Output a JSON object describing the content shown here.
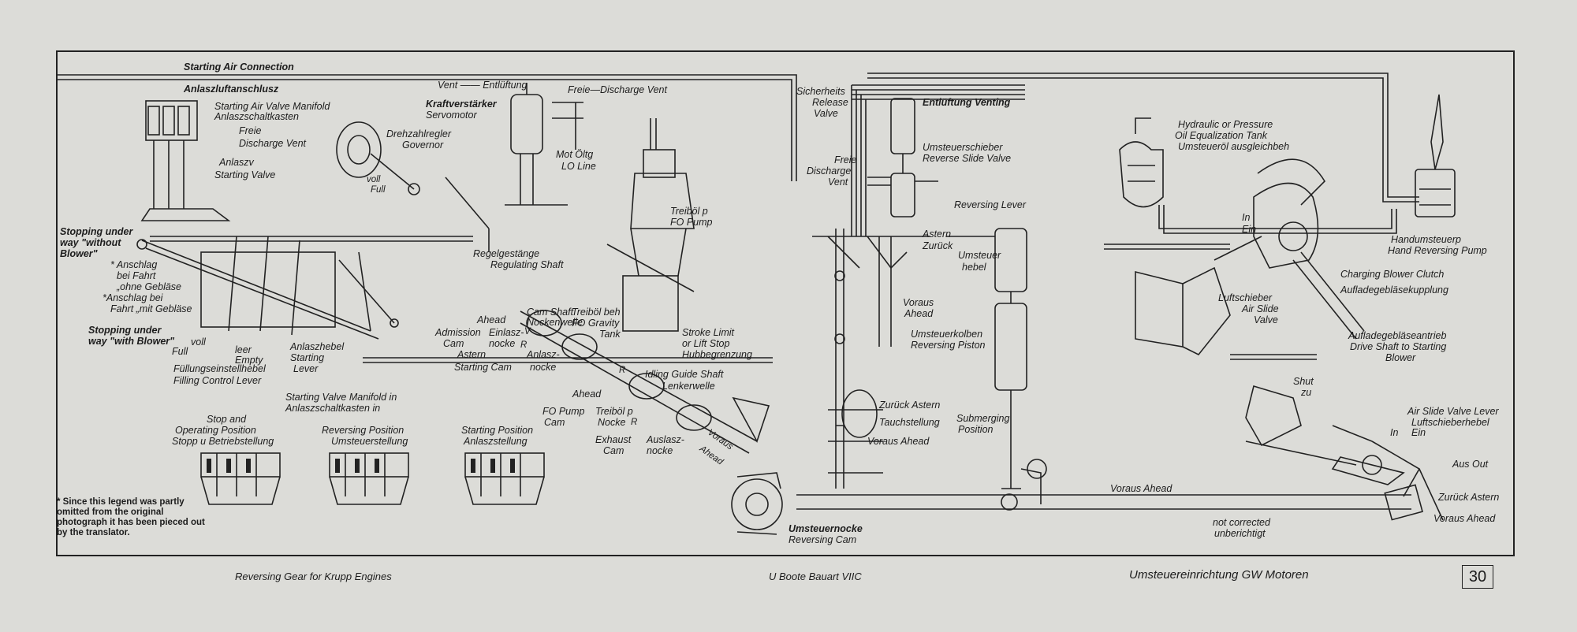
{
  "labels": {
    "starting_air_connection": "Starting Air Connection",
    "anlaszluftanschlusz": "Anlaszluftanschlusz",
    "starting_air_valve_manifold": "Starting Air Valve Manifold",
    "anlaszschaltkasten": "Anlaszschaltkasten",
    "freie_1": "Freie",
    "discharge_vent_1": "Discharge Vent",
    "anlaszv": "Anlaszv",
    "starting_valve": "Starting Valve",
    "vent_entluftung": "Vent —— Entlüftung",
    "kraftverstarker": "Kraftverstärker",
    "servomotor": "Servomotor",
    "freie_discharge_vent": "Freie—Discharge Vent",
    "drehzahlregler": "Drehzahlregler",
    "governor": "Governor",
    "voll": "voll",
    "full_1": "Full",
    "mot_olltg": "Mot Öltg",
    "lo_line": "LO Line",
    "treibolp": "Treiböl p",
    "fo_pump": "FO Pump",
    "stopping_without_1": "Stopping under",
    "stopping_without_2": "way \"without",
    "stopping_without_3": "Blower\"",
    "anschlag_ohne_1": "* Anschlag",
    "anschlag_ohne_2": "bei Fahrt",
    "anschlag_ohne_3": "„ohne Gebläse",
    "anschlag_mit_1": "*Anschlag bei",
    "anschlag_mit_2": "Fahrt „mit Gebläse",
    "regelgestange": "Regelgestänge",
    "regulating_shaft": "Regulating Shaft",
    "cam_shaft": "Cam Shaft",
    "nockenwelle": "Nockenwelle",
    "ahead_1": "Ahead",
    "admission_cam": "Admission",
    "admission_cam_2": "Cam",
    "einlasz_nocke": "Einlasz-",
    "einlasz_nocke_2": "nocke",
    "astern_1": "Astern",
    "anlasz_nocke": "Anlasz-",
    "anlasz_nocke_2": "nocke",
    "starting_cam": "Starting Cam",
    "treibolbeh": "Treiböl beh",
    "fo_gravity": "FO Gravity",
    "tank": "Tank",
    "stroke_limit": "Stroke Limit",
    "lift_stop": "or Lift Stop",
    "hubbegrenzung": "Hubbegrenzung",
    "stopping_with_1": "Stopping under",
    "stopping_with_2": "way \"with Blower\"",
    "voll_2": "voll",
    "full_2": "Full",
    "leer": "leer",
    "empty": "Empty",
    "anlaszhebel": "Anlaszhebel",
    "starting_lever": "Starting",
    "starting_lever_2": "Lever",
    "fullungseinstellhebel": "Füllungseinstellhebel",
    "filling_control_lever": "Filling Control Lever",
    "starting_valve_manifold": "Starting Valve Manifold in",
    "anlaszschaltkasten_in": "Anlaszschaltkasten in",
    "idling_guide_shaft": "Idling Guide Shaft",
    "lenkerwelle": "Lenkerwelle",
    "stop_pos_1": "Stop and",
    "stop_pos_2": "Operating Position",
    "stop_pos_3": "Stopp u Betriebstellung",
    "rev_pos_1": "Reversing Position",
    "rev_pos_2": "Umsteuerstellung",
    "start_pos_1": "Starting Position",
    "start_pos_2": "Anlaszstellung",
    "ahead_2": "Ahead",
    "fo_pump_cam": "FO Pump",
    "fo_pump_cam_2": "Cam",
    "treibolp_nocke": "Treiböl p",
    "treibolp_nocke_2": "Nocke",
    "exhaust_cam": "Exhaust",
    "exhaust_cam_2": "Cam",
    "auslasz_nocke": "Auslasz-",
    "auslasz_nocke_2": "nocke",
    "voraus": "Voraus",
    "ahead_diag": "Ahead",
    "sicherheits": "Sicherheits",
    "release": "Release",
    "valve": "Valve",
    "entluftung_venting": "Entlüftung Venting",
    "umsteuerschieber": "Umsteuerschieber",
    "reverse_slide_valve": "Reverse Slide Valve",
    "freie_2": "Freie",
    "discharge_2": "Discharge",
    "vent_2": "Vent",
    "reversing_lever": "Reversing Lever",
    "astern_2": "Astern",
    "zuruck_1": "Zurück",
    "umsteuer_hebel": "Umsteuer",
    "umsteuer_hebel_2": "hebel",
    "voraus_ahead_1": "Voraus",
    "voraus_ahead_2": "Ahead",
    "umsteuerkolben": "Umsteuerkolben",
    "reversing_piston": "Reversing Piston",
    "zuruck_astern": "Zurück Astern",
    "tauchstellung": "Tauchstellung",
    "voraus_ahead_3": "Voraus Ahead",
    "submerging": "Submerging",
    "position": "Position",
    "umsteuernocke": "Umsteuernocke",
    "reversing_cam": "Reversing Cam",
    "voraus_ahead_shaft": "Voraus      Ahead",
    "not_corrected": "not corrected",
    "unberichtigt": "unberichtigt",
    "hydraulic_1": "Hydraulic or Pressure",
    "hydraulic_2": "Oil Equalization Tank",
    "hydraulic_3": "Umsteueröl ausgleichbeh",
    "handumsteuerp": "Handumsteuerp",
    "hand_reversing_pump": "Hand Reversing Pump",
    "in_1": "In",
    "ein_1": "Ein",
    "charging_blower_clutch": "Charging Blower Clutch",
    "aufladegeblasekupplung": "Aufladegebläsekupplung",
    "luftschieber": "Luftschieber",
    "air_slide": "Air Slide",
    "valve_2": "Valve",
    "aufladegeblaseantrieb": "Aufladegebläseantrieb",
    "drive_shaft": "Drive Shaft to Starting",
    "blower": "Blower",
    "shut": "Shut",
    "zu": "zu",
    "air_slide_lever": "Air Slide Valve Lever",
    "luftschieberhebel": "Luftschieberhebel",
    "in_2": "In",
    "ein_2": "Ein",
    "aus_out": "Aus Out",
    "zuruck_astern_2": "Zurück Astern",
    "voraus_ahead_4": "Voraus Ahead",
    "r1": "R",
    "r2": "R",
    "r3": "R",
    "v1": "V"
  },
  "note": "* Since this legend was partly omitted from the original photograph it has been pieced out by the translator.",
  "captions": {
    "left": "Reversing Gear for Krupp Engines",
    "center": "U Boote Bauart VIIC",
    "right": "Umsteuereinrichtung GW Motoren",
    "page": "30"
  }
}
